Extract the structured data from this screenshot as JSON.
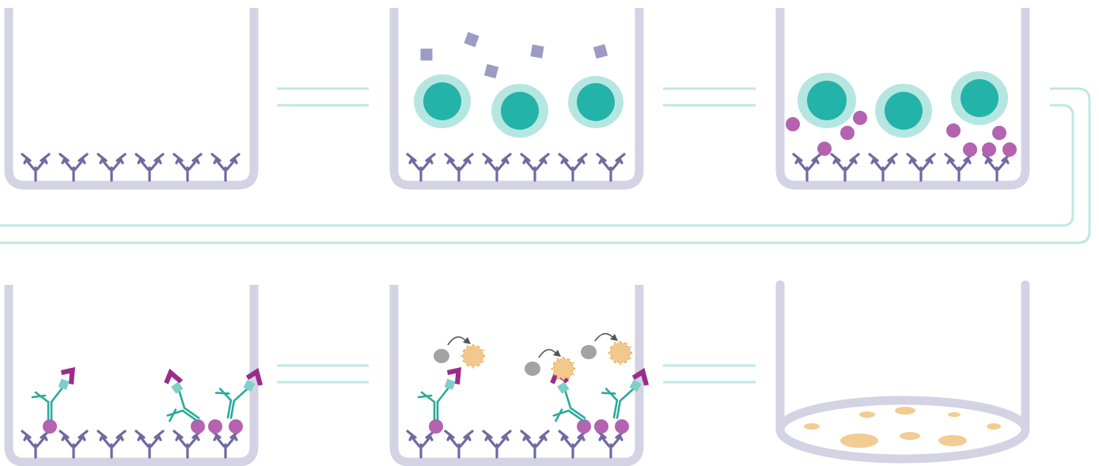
{
  "diagram": {
    "kind": "ELISpot assay workflow",
    "panels": [
      {
        "id": "p1",
        "row": 1,
        "col": 1,
        "content": "capture-antibodies"
      },
      {
        "id": "p2",
        "row": 1,
        "col": 2,
        "content": "cells-and-stimulus"
      },
      {
        "id": "p3",
        "row": 1,
        "col": 3,
        "content": "secreted-cytokine"
      },
      {
        "id": "p4",
        "row": 2,
        "col": 1,
        "content": "detection-antibody"
      },
      {
        "id": "p5",
        "row": 2,
        "col": 2,
        "content": "substrate-conversion"
      },
      {
        "id": "p6",
        "row": 2,
        "col": 3,
        "content": "spots-membrane"
      }
    ],
    "colors": {
      "well": "#d4d3e4",
      "capture_antibody": "#6f6aa0",
      "cell_nucleus": "#24b3a8",
      "cell_halo": "#b6e6e2",
      "stimulus": "#9d9bc4",
      "cytokine": "#b463b0",
      "detection_antibody": "#2aaa9c",
      "tag_light": "#7fcfc7",
      "enzyme": "#9a2c8a",
      "substrate": "#a3a3a3",
      "product": "#f2c98d",
      "product_edge": "#e8a13b",
      "connector": "#bfe8e4",
      "spot": "#f2cc93"
    }
  }
}
